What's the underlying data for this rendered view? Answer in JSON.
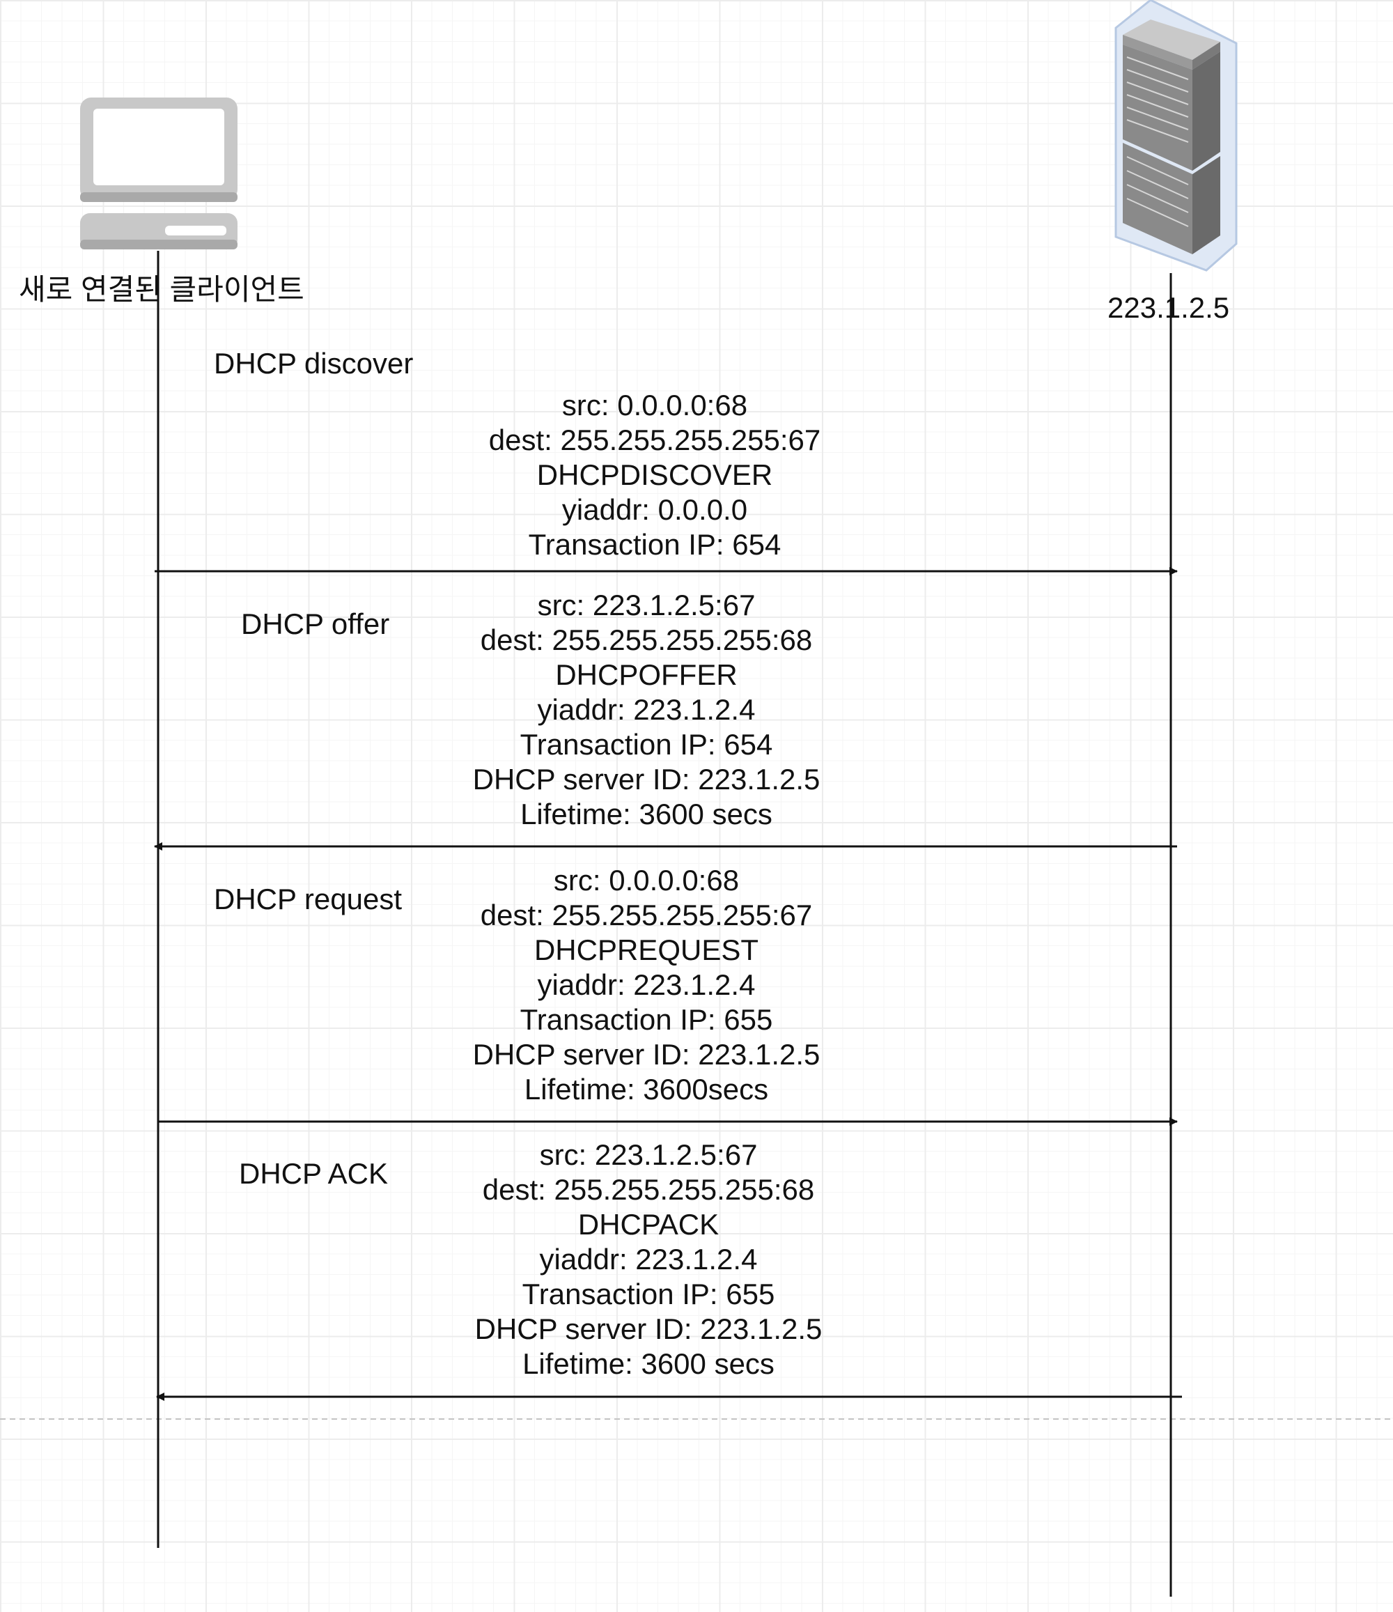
{
  "participants": {
    "client": {
      "label": "새로 연결된 클라이언트",
      "icon": "laptop-icon"
    },
    "server": {
      "label": "223.1.2.5",
      "icon": "server-rack-icon"
    }
  },
  "messages": [
    {
      "phase": "DHCP discover",
      "direction": "client-to-server",
      "lines": [
        "src: 0.0.0.0:68",
        "dest: 255.255.255.255:67",
        "DHCPDISCOVER",
        "yiaddr: 0.0.0.0",
        "Transaction IP: 654"
      ]
    },
    {
      "phase": "DHCP offer",
      "direction": "server-to-client",
      "lines": [
        "src: 223.1.2.5:67",
        "dest: 255.255.255.255:68",
        "DHCPOFFER",
        "yiaddr: 223.1.2.4",
        "Transaction IP: 654",
        "DHCP server ID: 223.1.2.5",
        "Lifetime: 3600 secs"
      ]
    },
    {
      "phase": "DHCP request",
      "direction": "client-to-server",
      "lines": [
        "src: 0.0.0.0:68",
        "dest: 255.255.255.255:67",
        "DHCPREQUEST",
        "yiaddr: 223.1.2.4",
        "Transaction IP: 655",
        "DHCP server ID: 223.1.2.5",
        "Lifetime: 3600secs"
      ]
    },
    {
      "phase": "DHCP ACK",
      "direction": "server-to-client",
      "lines": [
        "src: 223.1.2.5:67",
        "dest: 255.255.255.255:68",
        "DHCPACK",
        "yiaddr: 223.1.2.4",
        "Transaction IP: 655",
        "DHCP server ID: 223.1.2.5",
        "Lifetime: 3600 secs"
      ]
    }
  ],
  "colors": {
    "line": "#111111",
    "laptop_body": "#c8c8c8",
    "server_body": "#8a8a8a",
    "server_halo": "#dfe8f5",
    "dashed_separator": "#c4c4c4"
  }
}
